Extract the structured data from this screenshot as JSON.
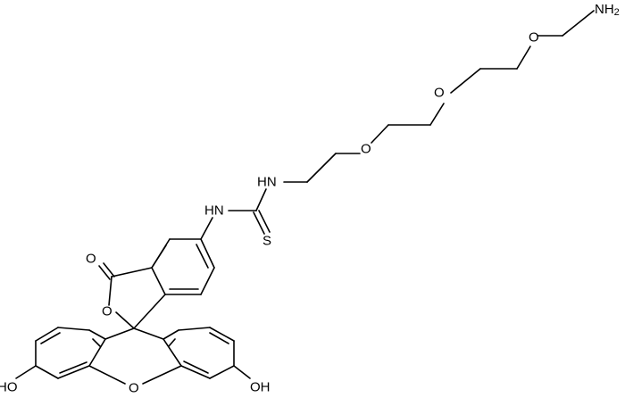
{
  "atom_labels": {
    "nh2": "NH",
    "nh2_sub": "2",
    "o_chain1": "O",
    "o_chain2": "O",
    "o_chain3": "O",
    "nh_chain": "HN",
    "nh_aryl": "HN",
    "s_thio": "S",
    "o_carbonyl": "O",
    "o_lactone": "O",
    "o_xanthene": "O",
    "oh_left": "HO",
    "oh_right": "OH"
  },
  "colors": {
    "bond": "#000000",
    "background": "#ffffff"
  }
}
